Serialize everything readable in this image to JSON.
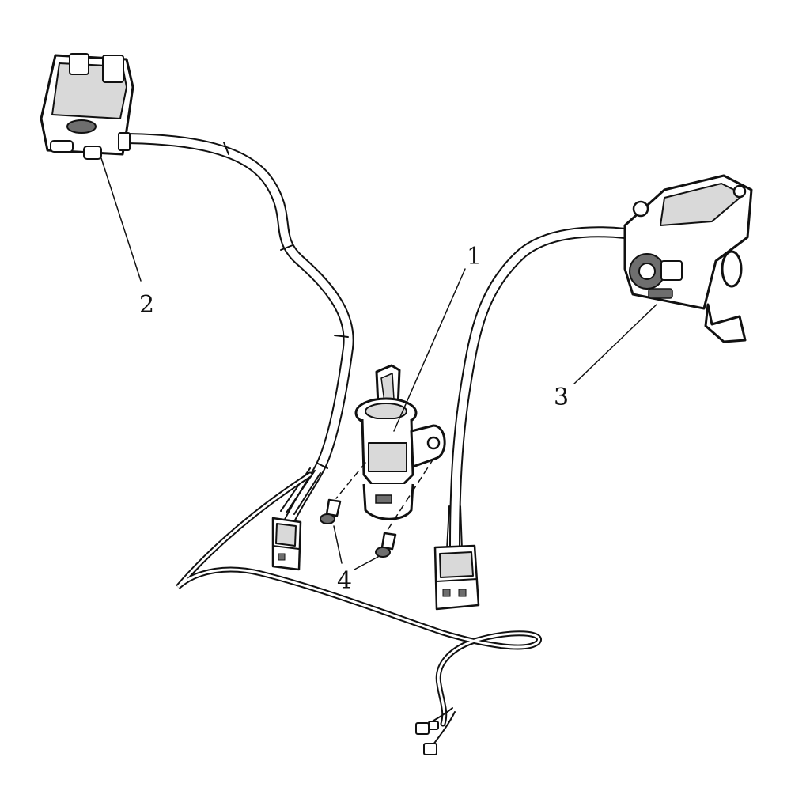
{
  "callouts": [
    {
      "id": "1",
      "label": "1"
    },
    {
      "id": "2",
      "label": "2"
    },
    {
      "id": "3",
      "label": "3"
    },
    {
      "id": "4",
      "label": "4"
    }
  ],
  "colors": {
    "ink": "#111111",
    "shade": "#d9d9d9",
    "background": "#ffffff"
  }
}
